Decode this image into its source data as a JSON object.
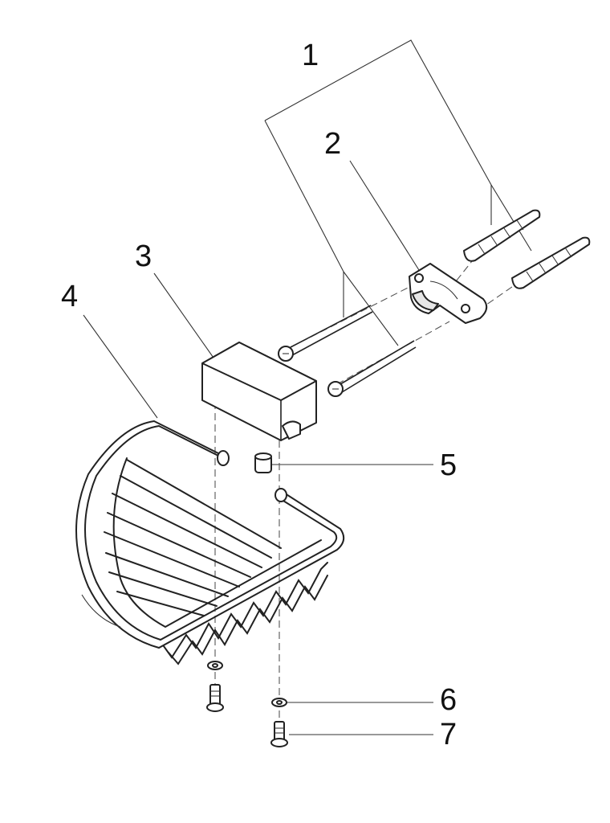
{
  "labels": {
    "p1": "1",
    "p2": "2",
    "p3": "3",
    "p4": "4",
    "p5": "5",
    "p6": "6",
    "p7": "7"
  }
}
